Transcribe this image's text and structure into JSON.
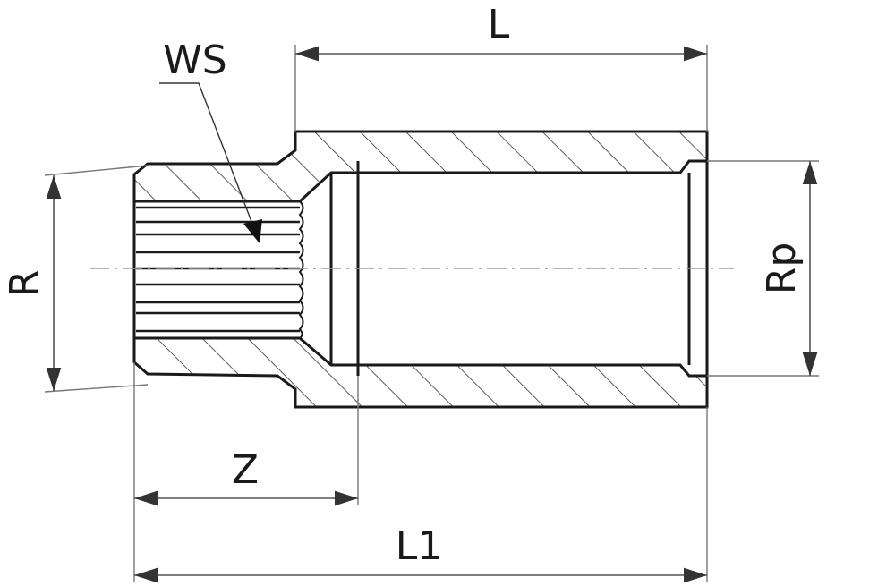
{
  "drawing": {
    "title": "Threaded adapter fitting cross-section",
    "labels": {
      "L": "L",
      "L1": "L1",
      "Z": "Z",
      "R": "R",
      "Rp": "Rp",
      "WS": "WS"
    },
    "colors": {
      "outline": "#1a1a1a",
      "dimension": "#555555",
      "hatch": "#333333",
      "centerline": "#9a9a9a",
      "background": "#ffffff"
    }
  }
}
